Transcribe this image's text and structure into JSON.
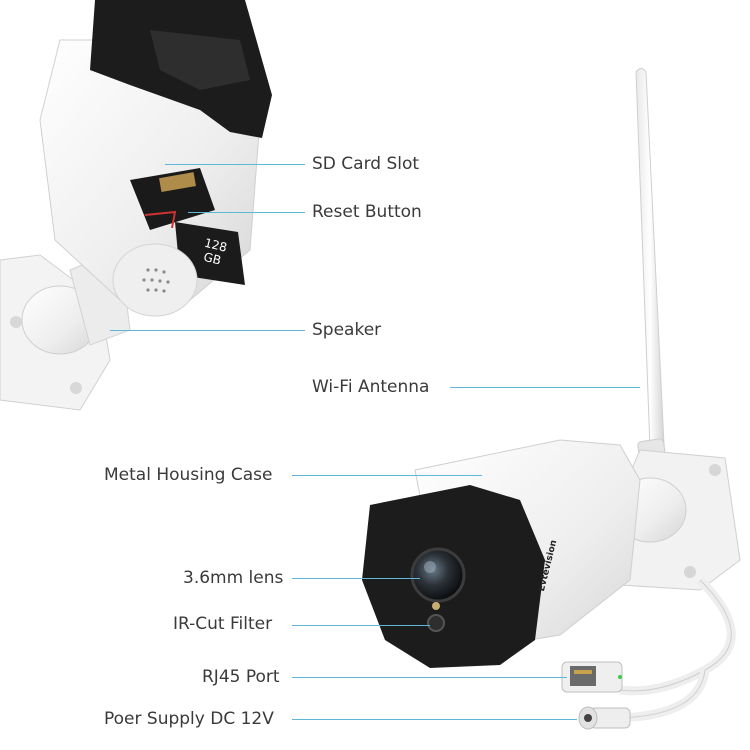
{
  "labels": {
    "sd_card_slot": "SD Card Slot",
    "reset_button": "Reset Button",
    "speaker": "Speaker",
    "wifi_antenna": "Wi-Fi Antenna",
    "metal_housing_case": "Metal Housing Case",
    "lens": "3.6mm lens",
    "ir_cut_filter": "IR-Cut Filter",
    "rj45_port": "RJ45 Port",
    "power_supply": "Poer Supply DC 12V"
  },
  "brand": "Evtevision",
  "sd_card": {
    "capacity": "128",
    "unit": "GB"
  },
  "colors": {
    "callout_line": "#5fb6d6",
    "camera_body": "#f2f2f2",
    "camera_front": "#1c1c1c",
    "label_text": "#3a3a3a"
  }
}
